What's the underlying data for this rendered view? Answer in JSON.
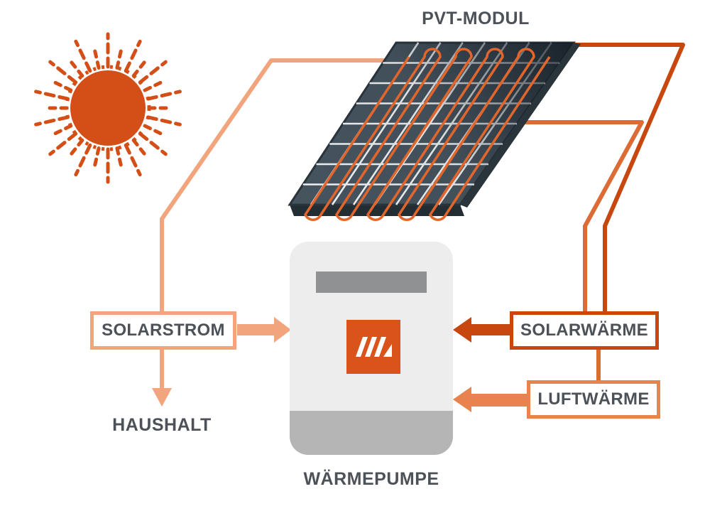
{
  "diagram": {
    "title_top": "PVT-MODUL",
    "labels": {
      "solarstrom": "SOLARSTROM",
      "solarwaerme": "SOLARWÄRME",
      "luftwaerme": "LUFTWÄRME",
      "haushalt": "HAUSHALT",
      "waermepumpe": "WÄRMEPUMPE"
    },
    "colors": {
      "sun": "#d44f17",
      "salmon_line": "#f2a47c",
      "orange_medium": "#e8824f",
      "orange_dark": "#c7470f",
      "panel_face": "#46545f",
      "panel_edge": "#232d34",
      "pipe_orange": "#e2662c",
      "text": "#4c5258",
      "pump_body": "#ededed",
      "pump_vent": "#8f9193",
      "pump_base": "#b5b5b5",
      "logo_bg": "#d9531b"
    }
  }
}
